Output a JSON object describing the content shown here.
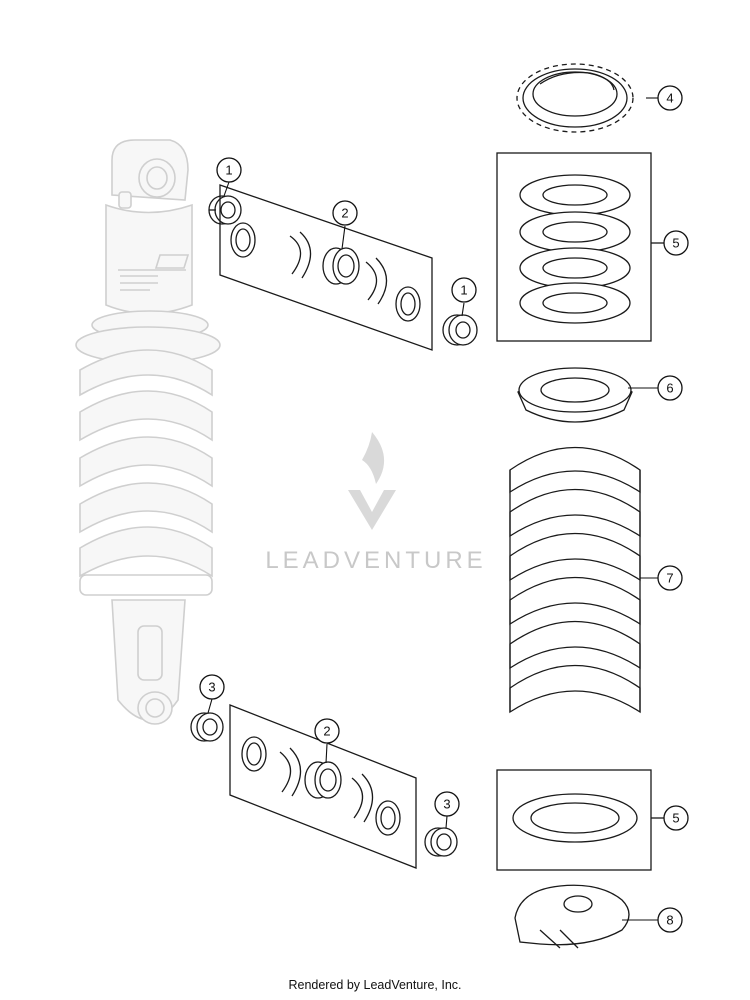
{
  "watermark": {
    "text": "LEADVENTURE"
  },
  "footer": {
    "text": "Rendered by LeadVenture, Inc."
  },
  "callouts": [
    "1",
    "2",
    "1",
    "4",
    "5",
    "6",
    "7",
    "3",
    "2",
    "3",
    "5",
    "8"
  ]
}
